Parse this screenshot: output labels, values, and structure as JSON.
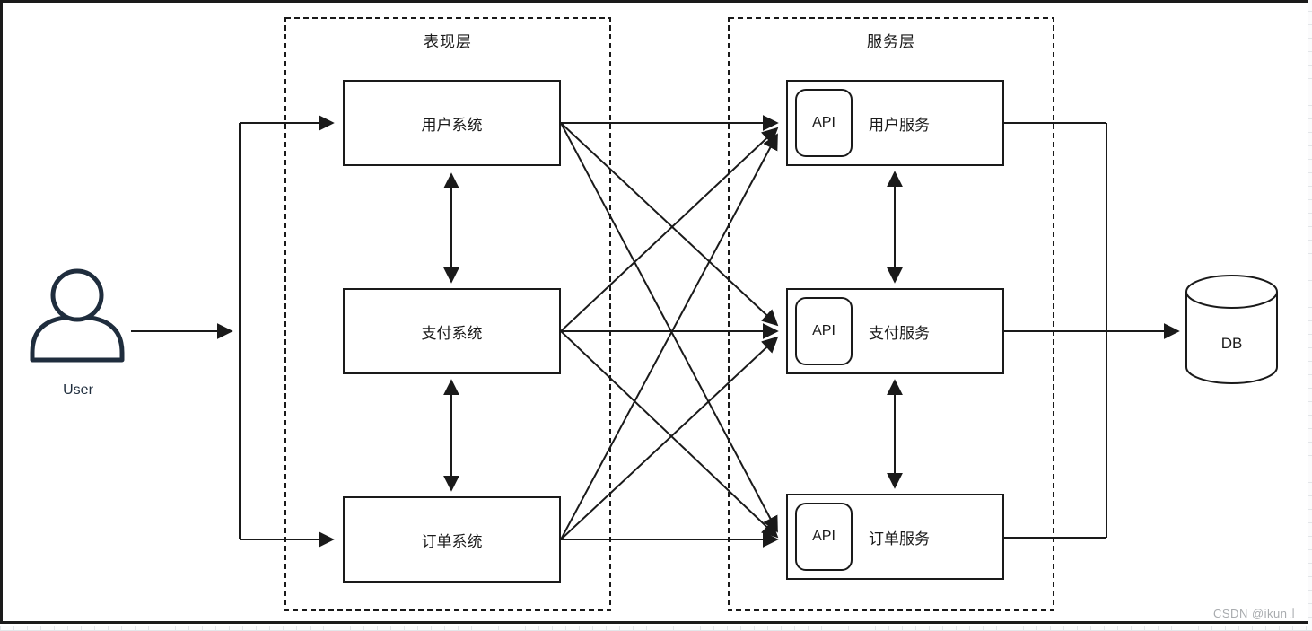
{
  "diagram": {
    "actor": {
      "label": "User",
      "icon_color": "#1f2d3d"
    },
    "layers": [
      {
        "id": "presentation",
        "title": "表现层",
        "nodes": [
          {
            "label": "用户系统"
          },
          {
            "label": "支付系统"
          },
          {
            "label": "订单系统"
          }
        ]
      },
      {
        "id": "service",
        "title": "服务层",
        "api_label": "API",
        "nodes": [
          {
            "label": "用户服务"
          },
          {
            "label": "支付服务"
          },
          {
            "label": "订单服务"
          }
        ]
      }
    ],
    "database": {
      "label": "DB"
    },
    "watermark": {
      "text": "CSDN @ikun亅",
      "color": "#a8abae"
    },
    "line_color": "#1a1a1a",
    "background": "#ffffff",
    "connections": [
      {
        "from": "User",
        "to": "用户系统",
        "arrow": "one-way"
      },
      {
        "from": "User",
        "to": "订单系统",
        "arrow": "one-way"
      },
      {
        "from": "用户系统",
        "to": "用户服务",
        "arrow": "one-way"
      },
      {
        "from": "用户系统",
        "to": "支付服务",
        "arrow": "one-way"
      },
      {
        "from": "用户系统",
        "to": "订单服务",
        "arrow": "one-way"
      },
      {
        "from": "支付系统",
        "to": "用户服务",
        "arrow": "one-way"
      },
      {
        "from": "支付系统",
        "to": "支付服务",
        "arrow": "one-way"
      },
      {
        "from": "支付系统",
        "to": "订单服务",
        "arrow": "one-way"
      },
      {
        "from": "订单系统",
        "to": "用户服务",
        "arrow": "one-way"
      },
      {
        "from": "订单系统",
        "to": "支付服务",
        "arrow": "one-way"
      },
      {
        "from": "订单系统",
        "to": "订单服务",
        "arrow": "one-way"
      },
      {
        "from": "用户系统",
        "to": "支付系统",
        "arrow": "two-way"
      },
      {
        "from": "支付系统",
        "to": "订单系统",
        "arrow": "two-way"
      },
      {
        "from": "用户服务",
        "to": "支付服务",
        "arrow": "two-way"
      },
      {
        "from": "支付服务",
        "to": "订单服务",
        "arrow": "two-way"
      },
      {
        "from": "用户服务,支付服务,订单服务",
        "to": "DB",
        "arrow": "one-way"
      }
    ]
  }
}
